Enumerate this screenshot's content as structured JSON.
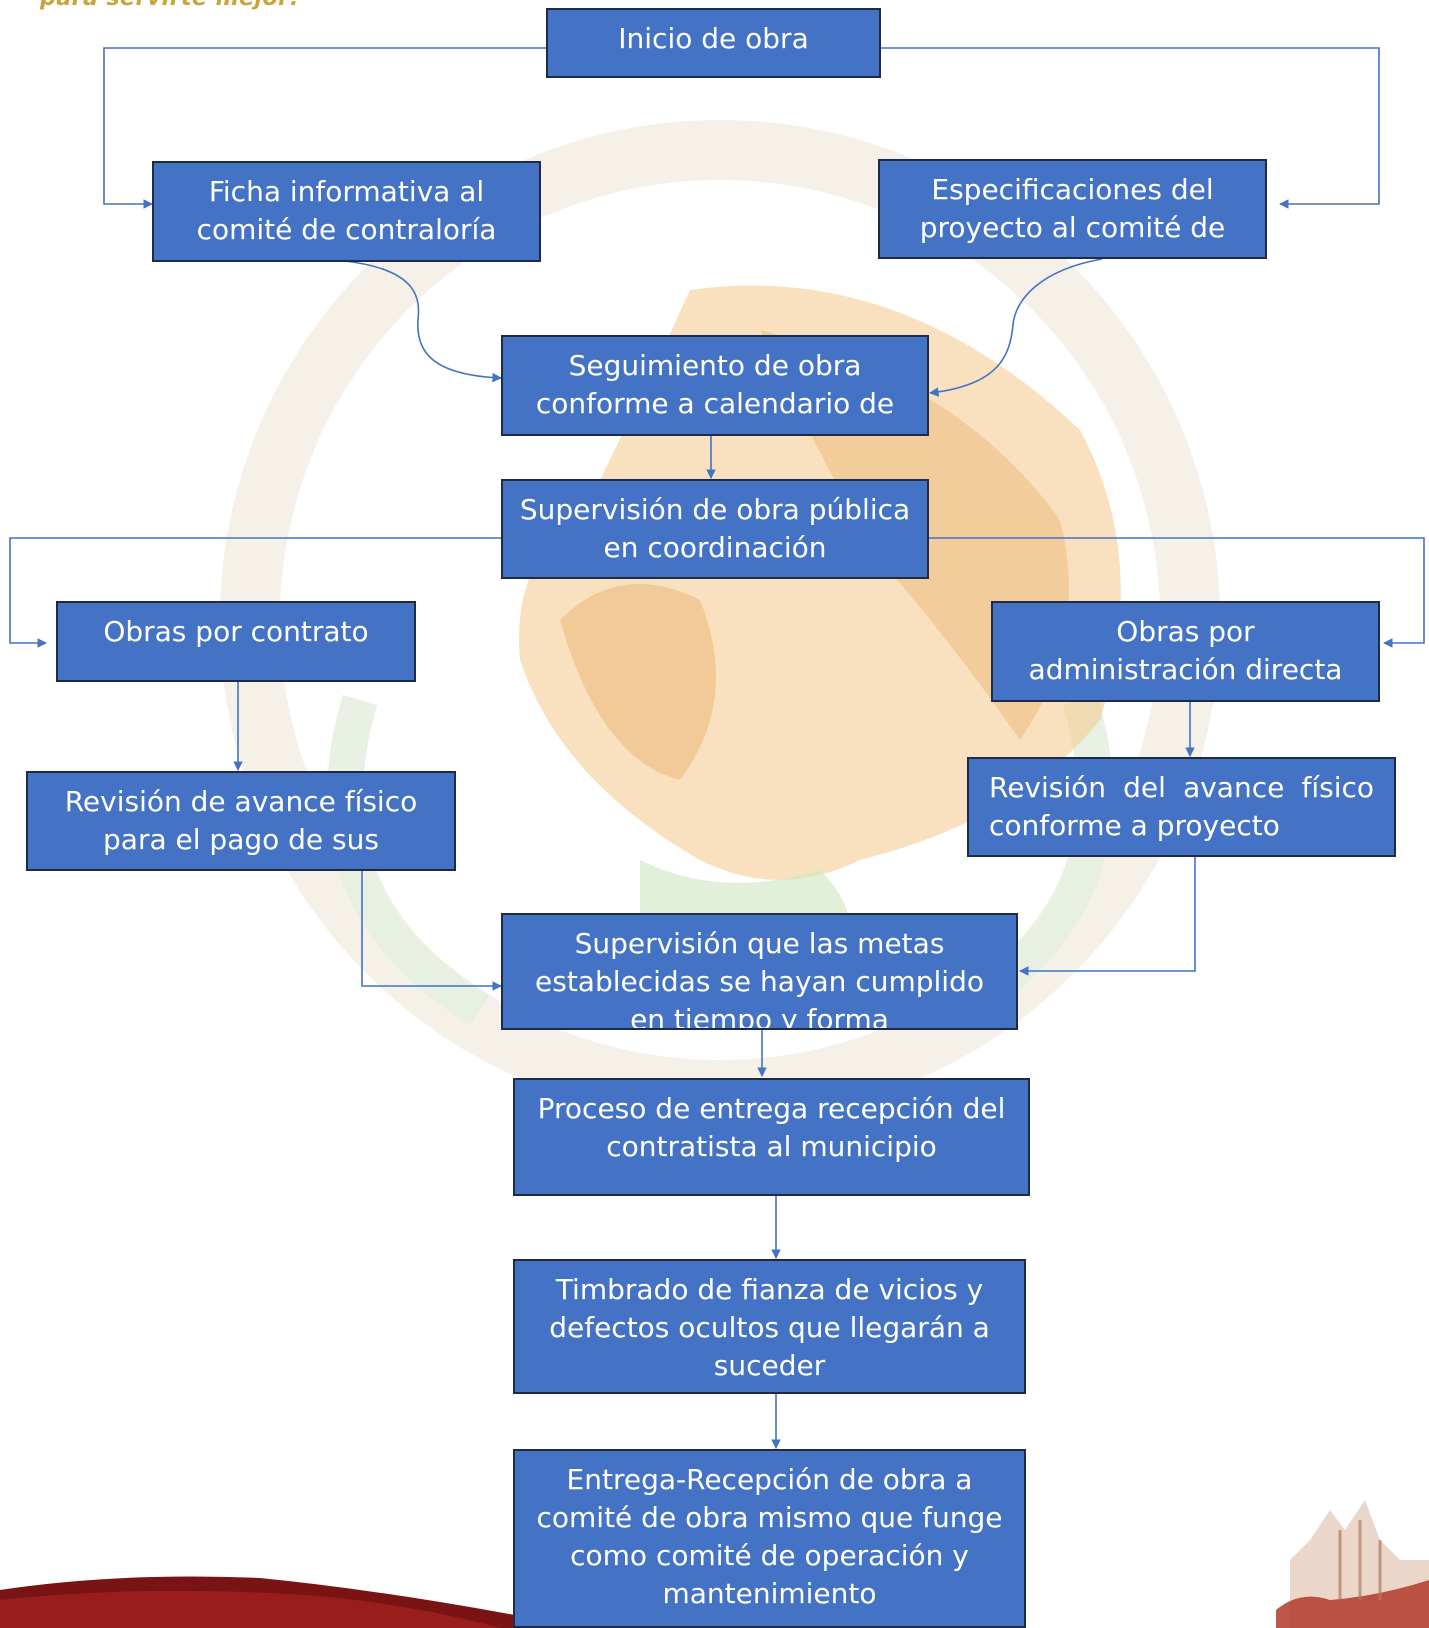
{
  "header": {
    "tagline": "para servirte mejor!"
  },
  "colors": {
    "box_fill": "#4472c4",
    "box_border": "#1f2a44",
    "connector": "#4472c4",
    "tagline": "#c9a43a"
  },
  "flowchart": {
    "inicio": "Inicio de obra",
    "ficha": "Ficha informativa al comité de contraloría",
    "especificaciones": "Especificaciones del proyecto al comité de",
    "seguimiento": "Seguimiento de obra conforme a calendario de",
    "supervision_publica": "Supervisión de obra pública en coordinación",
    "obras_contrato": "Obras por contrato",
    "obras_administracion": "Obras por administración directa",
    "revision_pago": "Revisión de avance físico para el pago de sus",
    "revision_proyecto": "Revisión del avance físico conforme a proyecto",
    "supervision_metas": "Supervisión que las metas establecidas se hayan cumplido en tiempo y forma",
    "proceso_entrega": "Proceso de entrega recepción del contratista al municipio",
    "timbrado": "Timbrado de fianza de vicios y defectos ocultos que llegarán a suceder",
    "entrega_recepcion": "Entrega-Recepción de obra a comité de obra mismo que funge como comité de operación y mantenimiento"
  }
}
